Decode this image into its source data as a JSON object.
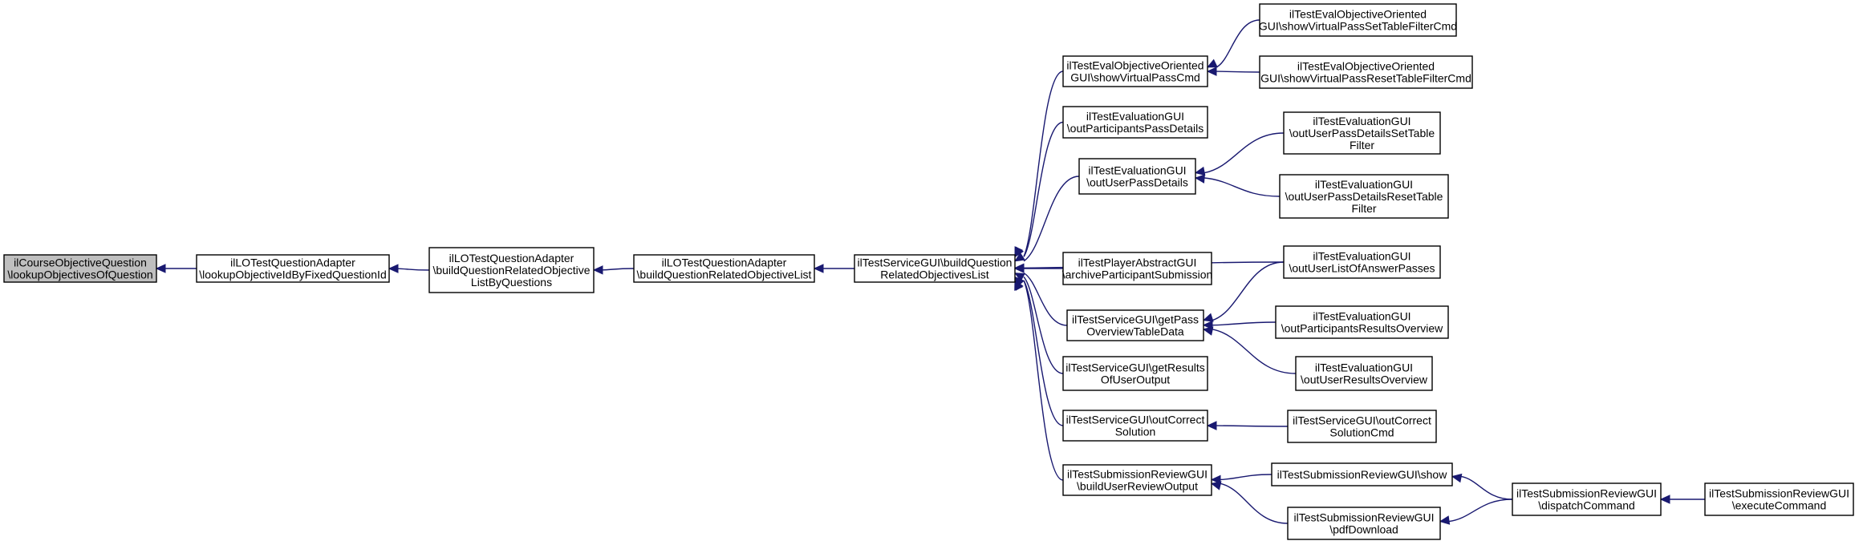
{
  "colors": {
    "edge": "#191970",
    "root_fill": "#bfbfbf",
    "node_fill": "#ffffff"
  },
  "nodes": [
    {
      "id": "n0",
      "lines": [
        "ilCourseObjectiveQuestion",
        "\\lookupObjectivesOfQuestion"
      ],
      "highlight": true
    },
    {
      "id": "n1",
      "lines": [
        "ilLOTestQuestionAdapter",
        "\\lookupObjectiveIdByFixedQuestionId"
      ]
    },
    {
      "id": "n2",
      "lines": [
        "ilLOTestQuestionAdapter",
        "\\buildQuestionRelatedObjective",
        "ListByQuestions"
      ]
    },
    {
      "id": "n3",
      "lines": [
        "ilLOTestQuestionAdapter",
        "\\buildQuestionRelatedObjectiveList"
      ]
    },
    {
      "id": "n4",
      "lines": [
        "ilTestServiceGUI\\buildQuestion",
        "RelatedObjectivesList"
      ]
    },
    {
      "id": "n5",
      "lines": [
        "ilTestEvalObjectiveOriented",
        "GUI\\showVirtualPassCmd"
      ]
    },
    {
      "id": "n6",
      "lines": [
        "ilTestEvaluationGUI",
        "\\outParticipantsPassDetails"
      ]
    },
    {
      "id": "n7",
      "lines": [
        "ilTestEvaluationGUI",
        "\\outUserPassDetails"
      ]
    },
    {
      "id": "n8",
      "lines": [
        "ilTestPlayerAbstractGUI",
        "\\archiveParticipantSubmission"
      ]
    },
    {
      "id": "n9",
      "lines": [
        "ilTestServiceGUI\\getPass",
        "OverviewTableData"
      ]
    },
    {
      "id": "n10",
      "lines": [
        "ilTestServiceGUI\\getResults",
        "OfUserOutput"
      ]
    },
    {
      "id": "n11",
      "lines": [
        "ilTestServiceGUI\\outCorrect",
        "Solution"
      ]
    },
    {
      "id": "n12",
      "lines": [
        "ilTestSubmissionReviewGUI",
        "\\buildUserReviewOutput"
      ]
    },
    {
      "id": "n13",
      "lines": [
        "ilTestEvalObjectiveOriented",
        "GUI\\showVirtualPassSetTableFilterCmd"
      ]
    },
    {
      "id": "n14",
      "lines": [
        "ilTestEvalObjectiveOriented",
        "GUI\\showVirtualPassResetTableFilterCmd"
      ]
    },
    {
      "id": "n15",
      "lines": [
        "ilTestEvaluationGUI",
        "\\outUserPassDetailsSetTable",
        "Filter"
      ]
    },
    {
      "id": "n16",
      "lines": [
        "ilTestEvaluationGUI",
        "\\outUserPassDetailsResetTable",
        "Filter"
      ]
    },
    {
      "id": "n17",
      "lines": [
        "ilTestEvaluationGUI",
        "\\outUserListOfAnswerPasses"
      ]
    },
    {
      "id": "n18",
      "lines": [
        "ilTestEvaluationGUI",
        "\\outParticipantsResultsOverview"
      ]
    },
    {
      "id": "n19",
      "lines": [
        "ilTestEvaluationGUI",
        "\\outUserResultsOverview"
      ]
    },
    {
      "id": "n20",
      "lines": [
        "ilTestServiceGUI\\outCorrect",
        "SolutionCmd"
      ]
    },
    {
      "id": "n21",
      "lines": [
        "ilTestSubmissionReviewGUI\\show"
      ]
    },
    {
      "id": "n22",
      "lines": [
        "ilTestSubmissionReviewGUI",
        "\\pdfDownload"
      ]
    },
    {
      "id": "n23",
      "lines": [
        "ilTestSubmissionReviewGUI",
        "\\dispatchCommand"
      ]
    },
    {
      "id": "n24",
      "lines": [
        "ilTestSubmissionReviewGUI",
        "\\executeCommand"
      ]
    }
  ],
  "edges": [
    [
      "n1",
      "n0"
    ],
    [
      "n2",
      "n1"
    ],
    [
      "n3",
      "n2"
    ],
    [
      "n4",
      "n3"
    ],
    [
      "n5",
      "n4"
    ],
    [
      "n6",
      "n4"
    ],
    [
      "n7",
      "n4"
    ],
    [
      "n8",
      "n4"
    ],
    [
      "n9",
      "n4"
    ],
    [
      "n10",
      "n4"
    ],
    [
      "n11",
      "n4"
    ],
    [
      "n12",
      "n4"
    ],
    [
      "n17",
      "n4"
    ],
    [
      "n13",
      "n5"
    ],
    [
      "n14",
      "n5"
    ],
    [
      "n15",
      "n7"
    ],
    [
      "n16",
      "n7"
    ],
    [
      "n17",
      "n9"
    ],
    [
      "n18",
      "n9"
    ],
    [
      "n19",
      "n9"
    ],
    [
      "n20",
      "n11"
    ],
    [
      "n21",
      "n12"
    ],
    [
      "n22",
      "n12"
    ],
    [
      "n23",
      "n21"
    ],
    [
      "n23",
      "n22"
    ],
    [
      "n24",
      "n23"
    ]
  ]
}
